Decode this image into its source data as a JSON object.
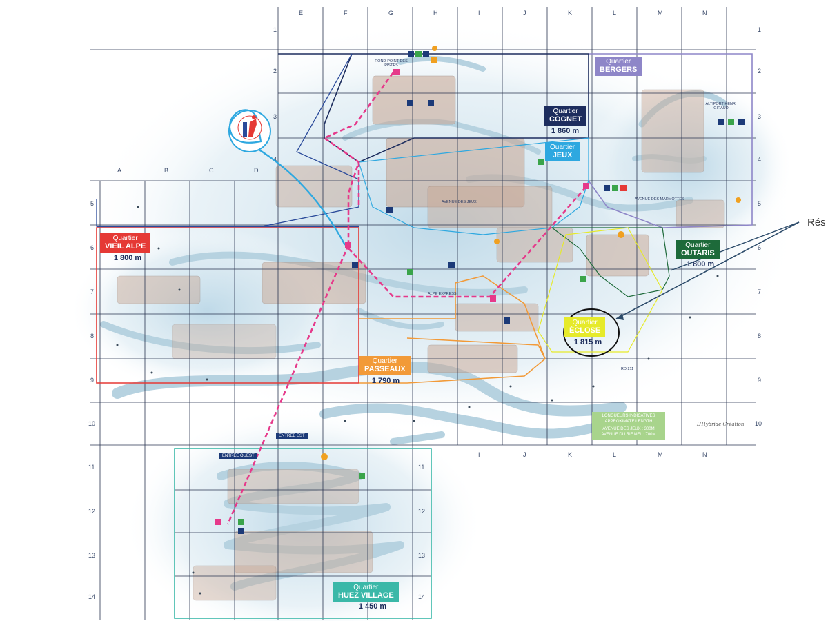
{
  "map": {
    "columns_top": [
      "E",
      "F",
      "G",
      "H",
      "I",
      "J",
      "K",
      "L",
      "M",
      "N"
    ],
    "columns_mid": [
      "A",
      "B",
      "C",
      "D"
    ],
    "columns_bottom": [
      "I",
      "J",
      "K",
      "L",
      "M",
      "N"
    ],
    "rows_left": [
      "1",
      "2",
      "3",
      "4",
      "5",
      "6",
      "7",
      "8",
      "9",
      "10",
      "11",
      "12",
      "13",
      "14"
    ],
    "rows_right": [
      "1",
      "2",
      "3",
      "4",
      "5",
      "6",
      "7",
      "8",
      "9",
      "10"
    ],
    "rows_inner_right": [
      "11",
      "12",
      "13",
      "14"
    ]
  },
  "districts": [
    {
      "id": "cognet",
      "line1": "Quartier",
      "line2": "COGNET",
      "altitude": "1 860 m",
      "color": "#1d2d5e"
    },
    {
      "id": "bergers",
      "line1": "Quartier",
      "line2": "BERGERS",
      "altitude": "",
      "color": "#8e86c8"
    },
    {
      "id": "jeux",
      "line1": "Quartier",
      "line2": "JEUX",
      "altitude": "",
      "color": "#2ea8e0"
    },
    {
      "id": "vieil-alpe",
      "line1": "Quartier",
      "line2": "VIEIL ALPE",
      "altitude": "1 800 m",
      "color": "#e53935"
    },
    {
      "id": "outaris",
      "line1": "Quartier",
      "line2": "OUTARIS",
      "altitude": "1 800 m",
      "color": "#1d6a3a"
    },
    {
      "id": "eclose",
      "line1": "Quartier",
      "line2": "ÉCLOSE",
      "altitude": "1 815 m",
      "color": "#e6ea2a"
    },
    {
      "id": "passeaux",
      "line1": "Quartier",
      "line2": "PASSEAUX",
      "altitude": "1 790 m",
      "color": "#f29a38"
    },
    {
      "id": "huez-village",
      "line1": "Quartier",
      "line2": "HUEZ VILLAGE",
      "altitude": "1 450 m",
      "color": "#3ab8a8"
    }
  ],
  "places": {
    "rond_point": "ROND-POINT DES PISTES",
    "altiport": "ALTIPORT HENRI GIRAUD",
    "entree_est": "ENTRÉE EST",
    "entree_ouest": "ENTRÉE OUEST",
    "alpe_express": "ALPE EXPRESS",
    "avenue_jeux": "AVENUE DES JEUX",
    "avenue_marmottes": "AVENUE DES MARMOTTES",
    "rd211": "RD 211"
  },
  "legend": {
    "line1": "LONGUEURS INDICATIVES",
    "line2": "APPROXIMATE LENGTH",
    "line3": "AVENUE DES JEUX : 300M",
    "line4": "AVENUE DU RIF NEL : 700M"
  },
  "callout": "Rés",
  "credit": "L'Hybride Création",
  "colors": {
    "grid": "#2a3550",
    "snow": "#cfe4ef",
    "road": "#b9d4e2",
    "ski_lift": "#e6398a",
    "tourist_info_line": "#2ea8e0",
    "route_blue": "#2a4a9a"
  }
}
